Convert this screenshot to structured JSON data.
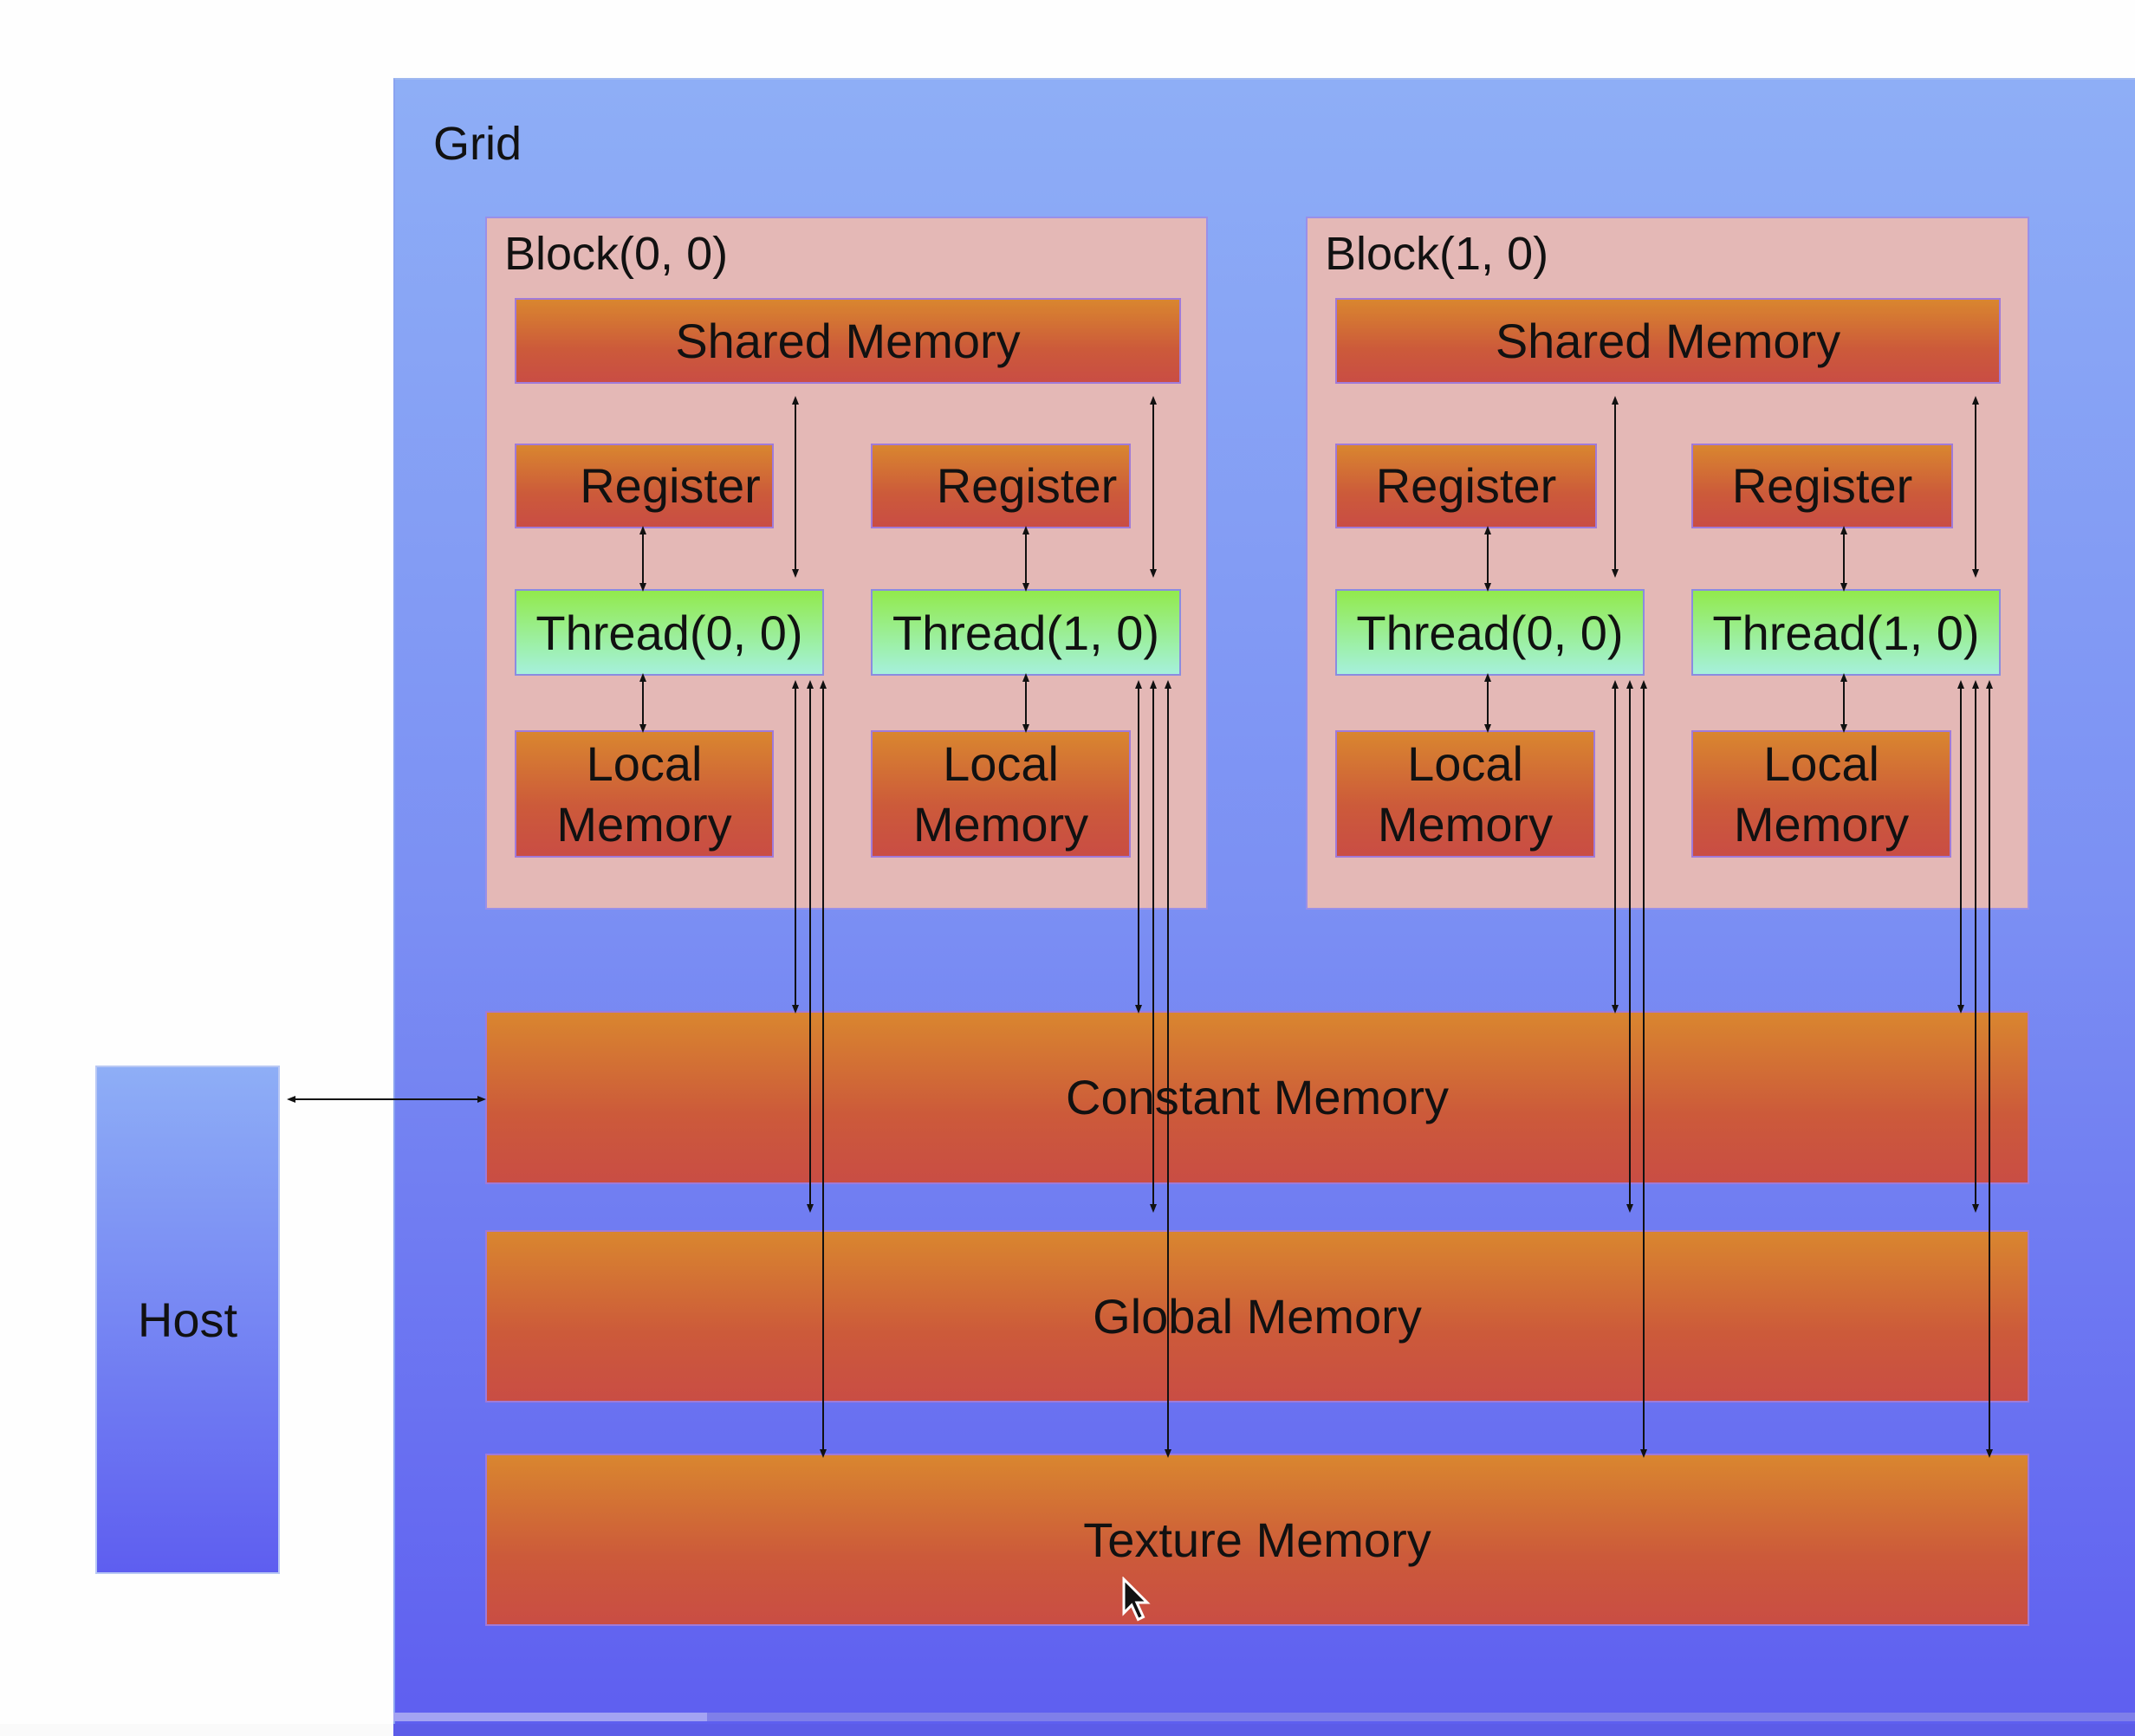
{
  "diagram": {
    "grid_label": "Grid",
    "host_label": "Host",
    "blocks": [
      {
        "label": "Block(0, 0)",
        "shared_memory": "Shared Memory",
        "threads": [
          {
            "register": "Register",
            "thread": "Thread(0, 0)",
            "local_line1": "Local",
            "local_line2": "Memory"
          },
          {
            "register": "Register",
            "thread": "Thread(1, 0)",
            "local_line1": "Local",
            "local_line2": "Memory"
          }
        ]
      },
      {
        "label": "Block(1, 0)",
        "shared_memory": "Shared Memory",
        "threads": [
          {
            "register": "Register",
            "thread": "Thread(0, 0)",
            "local_line1": "Local",
            "local_line2": "Memory"
          },
          {
            "register": "Register",
            "thread": "Thread(1, 0)",
            "local_line1": "Local",
            "local_line2": "Memory"
          }
        ]
      }
    ],
    "constant_memory": "Constant Memory",
    "global_memory": "Global Memory",
    "texture_memory": "Texture Memory"
  },
  "video_player": {
    "progress_fraction": 0.18
  },
  "colors": {
    "grid_top": "#8eaef6",
    "grid_bottom": "#5e5ef0",
    "block_bg": "#e4b8b6",
    "memory_top": "#d9862f",
    "memory_bottom": "#c94d44",
    "thread_top": "#92ea4c",
    "thread_bottom": "#a6f0dc"
  }
}
